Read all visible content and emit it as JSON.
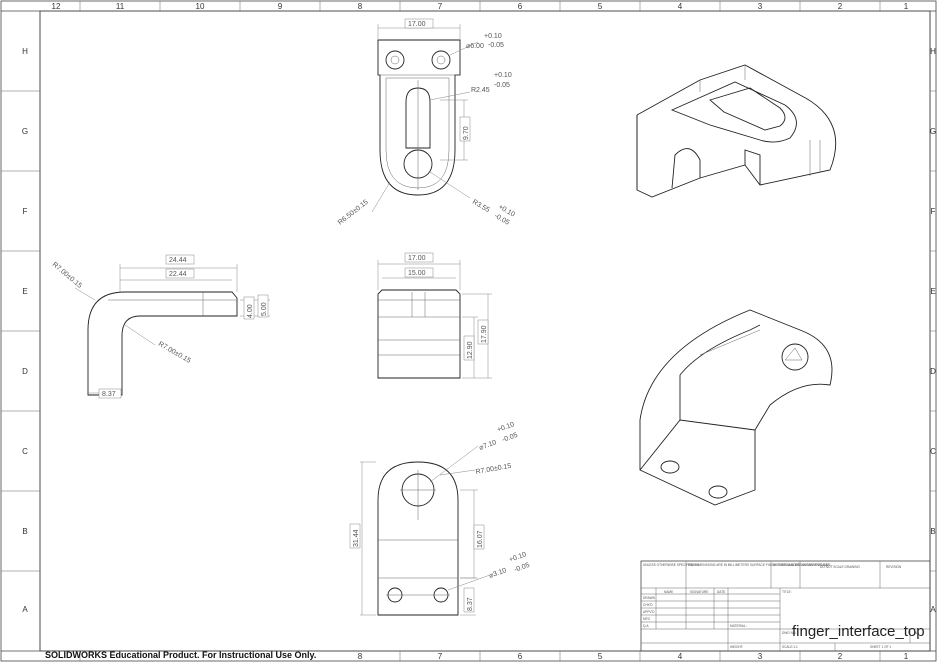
{
  "zones": {
    "columns": [
      "12",
      "11",
      "10",
      "9",
      "8",
      "7",
      "6",
      "5",
      "4",
      "3",
      "2",
      "1"
    ],
    "rows": [
      "H",
      "G",
      "F",
      "E",
      "D",
      "C",
      "B",
      "A"
    ]
  },
  "dimensions": {
    "top_width": "17.00",
    "hole_dia": "⌀6.00",
    "hole_dia_tol_plus": "+0.10",
    "hole_dia_tol_minus": "-0.05",
    "slot_radius": "R2.45",
    "slot_tol_plus": "+0.10",
    "slot_tol_minus": "-0.05",
    "slot_length": "9.70",
    "outer_radius": "R6.50±0.15",
    "pin_radius": "R3.55",
    "pin_tol_plus": "+0.10",
    "pin_tol_minus": "-0.05",
    "side_overall": "24.44",
    "side_inner": "22.44",
    "side_outer_radius": "R7.00±0.15",
    "side_inner_radius": "R7.00±0.15",
    "side_thk_4": "4.00",
    "side_thk_5": "5.00",
    "side_base": "8.37",
    "front_width": "17.00",
    "front_inner": "15.00",
    "front_h1": "12.90",
    "front_h2": "17.90",
    "bottom_hole_dia": "⌀7.10",
    "bottom_hole_tol_plus": "+0.10",
    "bottom_hole_tol_minus": "-0.05",
    "bottom_radius": "R7.00±0.15",
    "bottom_height": "31.44",
    "bottom_mid": "16.07",
    "small_hole_dia": "⌀3.10",
    "small_hole_tol_plus": "+0.10",
    "small_hole_tol_minus": "-0.05",
    "bottom_base": "8.37"
  },
  "title_block": {
    "notes": "UNLESS OTHERWISE SPECIFIED: DIMENSIONS ARE IN MILLIMETERS SURFACE FINISH: TOLERANCES: LINEAR: ANGULAR:",
    "finish": "FINISH:",
    "deburr": "DEBURR AND BREAK SHARP EDGES",
    "do_not_scale": "DO NOT SCALE DRAWING",
    "revision": "REVISION",
    "col_name": "NAME",
    "col_signature": "SIGNATURE",
    "col_date": "DATE",
    "rows": [
      "DRAWN",
      "CHK'D",
      "APPV'D",
      "MFG",
      "Q.A"
    ],
    "title_label": "TITLE:",
    "material": "MATERIAL:",
    "dwg_no": "DWG NO.",
    "drawing_name": "finger_interface_top",
    "size": "A3",
    "weight": "WEIGHT:",
    "scale": "SCALE:1:1",
    "sheet": "SHEET 1 OF 1"
  },
  "watermark": "SOLIDWORKS Educational Product. For Instructional Use Only."
}
